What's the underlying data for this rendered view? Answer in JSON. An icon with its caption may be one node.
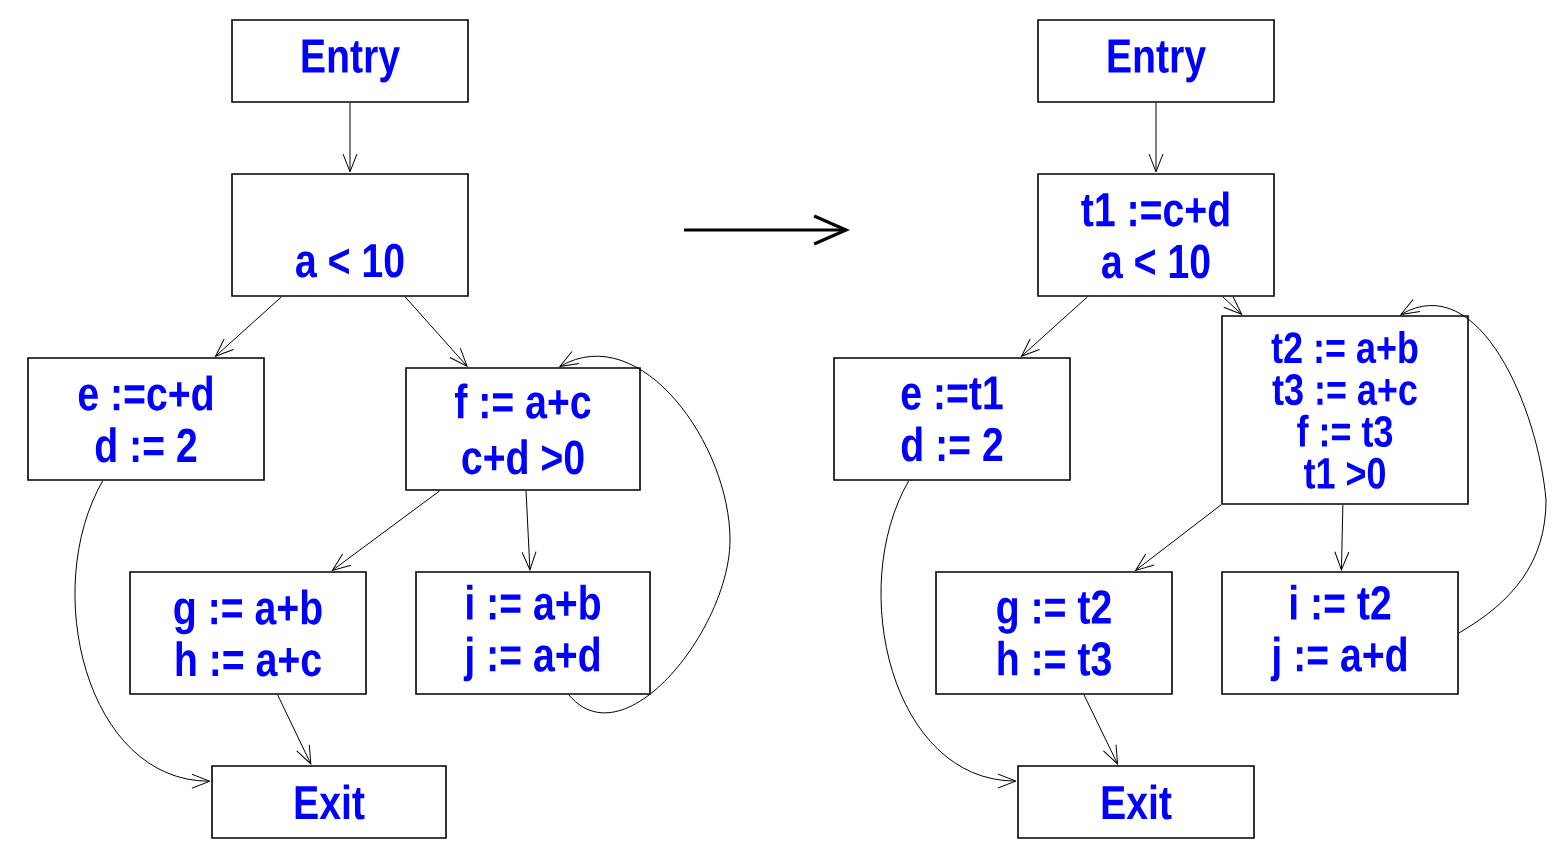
{
  "diagram": {
    "nodes": [
      {
        "text": [
          "Entry"
        ]
      },
      {
        "text": [
          "a < 10"
        ]
      },
      {
        "text": [
          "e :=c+d",
          "d := 2"
        ]
      },
      {
        "text": [
          "f := a+c",
          "c+d >0"
        ]
      },
      {
        "text": [
          "g := a+b",
          "h := a+c"
        ]
      },
      {
        "text": [
          "i := a+b",
          "j := a+d"
        ]
      },
      {
        "text": [
          "Exit"
        ]
      },
      {
        "text": [
          "Entry"
        ]
      },
      {
        "text": [
          "t1 :=c+d",
          "a < 10"
        ]
      },
      {
        "text": [
          "e :=t1",
          "d := 2"
        ]
      },
      {
        "text": [
          "t2 := a+b",
          "t3 := a+c",
          "f := t3",
          "t1 >0"
        ]
      },
      {
        "text": [
          "g := t2",
          "h := t3"
        ]
      },
      {
        "text": [
          "i := t2",
          "j := a+d"
        ]
      },
      {
        "text": [
          "Exit"
        ]
      }
    ],
    "edges": [
      {
        "from": 0,
        "to": 1,
        "arrow": "to"
      },
      {
        "from": 1,
        "to": 2,
        "arrow": "to"
      },
      {
        "from": 1,
        "to": 3,
        "arrow": "to"
      },
      {
        "from": 3,
        "to": 4,
        "arrow": "to"
      },
      {
        "from": 3,
        "to": 5,
        "arrow": "to"
      },
      {
        "from": 5,
        "to": 3,
        "arrow": "to"
      },
      {
        "from": 2,
        "to": 6,
        "arrow": "to"
      },
      {
        "from": 4,
        "to": 6,
        "arrow": "to"
      },
      {
        "from": 7,
        "to": 8,
        "arrow": "to"
      },
      {
        "from": 8,
        "to": 9,
        "arrow": "to"
      },
      {
        "from": 8,
        "to": 10,
        "arrow": "to"
      },
      {
        "from": 10,
        "to": 11,
        "arrow": "to"
      },
      {
        "from": 10,
        "to": 12,
        "arrow": "to"
      },
      {
        "from": 12,
        "to": 10,
        "arrow": "to"
      },
      {
        "from": 9,
        "to": 13,
        "arrow": "to"
      },
      {
        "from": 11,
        "to": 13,
        "arrow": "to"
      }
    ]
  }
}
